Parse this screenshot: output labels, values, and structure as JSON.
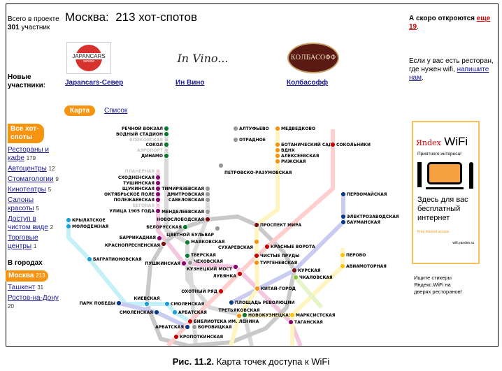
{
  "sidebar": {
    "total_line1": "Всего в проекте",
    "total_count": "301",
    "total_suffix": " участник",
    "new_members": "Новые участники:",
    "all_hotspots": "Все хот-споты",
    "categories": [
      {
        "label": "Рестораны и кафе",
        "count": "179"
      },
      {
        "label": "Автоцентры",
        "count": "12"
      },
      {
        "label": "Стоматологии",
        "count": "9"
      },
      {
        "label": "Кинотеатры",
        "count": "5"
      },
      {
        "label": "Салоны красоты",
        "count": "5"
      },
      {
        "label": "Доступ в чистом виде",
        "count": "2"
      },
      {
        "label": "Торговые центры",
        "count": "1"
      }
    ],
    "cities_heading": "В городах",
    "cities": [
      {
        "label": "Москва",
        "count": "213",
        "active": true
      },
      {
        "label": "Ташкент",
        "count": "31"
      },
      {
        "label": "Ростов-на-Дону",
        "count": "20"
      }
    ]
  },
  "main": {
    "title": "Москва:  213 хот-спотов",
    "partners": [
      {
        "name": "Japancars-Север",
        "logo_text": "JAPANCARS",
        "logo_sub": "service"
      },
      {
        "name": "Ин Вино",
        "logo_text": "In Vino..."
      },
      {
        "name": "Колбасофф",
        "logo_text": "КОЛБАСОФФ"
      }
    ],
    "tabs": {
      "map": "Карта",
      "list": "Список"
    }
  },
  "right": {
    "soon_text": "А скоро откроются ",
    "soon_link": "еще 19",
    "restaurant_text": "Если у вас есть ресторан, где нужен wifi, ",
    "write_link": "напишите нам",
    "ad": {
      "brand": "Яndex",
      "wifi": "WiFi",
      "tagline": "Приятного интереса!",
      "headline": "Здесь для вас бесплатный интернет",
      "free": "Free internet access",
      "url": "wifi.yandex.ru"
    },
    "sticker_note": "Ищите стикеры Яндекс.WiFi на дверях ресторанов!"
  },
  "colors": {
    "accent": "#f7940f",
    "link": "#1a1a99",
    "red_link": "#cc0000"
  },
  "metro": {
    "stations": [
      {
        "name": "Речной вокзал",
        "color": "#0a7a2f"
      },
      {
        "name": "Водный стадион",
        "color": "#0a7a2f"
      },
      {
        "name": "Войковская",
        "color": "#cfcfcf",
        "inactive": true
      },
      {
        "name": "Сокол",
        "color": "#0a7a2f"
      },
      {
        "name": "Аэропорт",
        "color": "#cfcfcf",
        "inactive": true
      },
      {
        "name": "Динамо",
        "color": "#0a7a2f"
      },
      {
        "name": "Планерная",
        "color": "#f3c6dd",
        "inactive": true
      },
      {
        "name": "Сходненская",
        "color": "#8b0a6f"
      },
      {
        "name": "Тушинская",
        "color": "#8b0a6f"
      },
      {
        "name": "Щукинская",
        "color": "#8b0a6f"
      },
      {
        "name": "Октябрьское поле",
        "color": "#8b0a6f"
      },
      {
        "name": "Полежаевская",
        "color": "#8b0a6f"
      },
      {
        "name": "Беговая",
        "color": "#f3c6dd",
        "inactive": true
      },
      {
        "name": "Улица 1905 года",
        "color": "#8b0a6f"
      },
      {
        "name": "Тимирязевская",
        "color": "#999999"
      },
      {
        "name": "Дмитровская",
        "color": "#999999"
      },
      {
        "name": "Савеловская",
        "color": "#999999"
      },
      {
        "name": "Менделеевская",
        "color": "#999999"
      },
      {
        "name": "Новослободская",
        "color": "#7a1010"
      },
      {
        "name": "Белорусская",
        "color": "#0a7a2f"
      },
      {
        "name": "Цветной бульвар",
        "color": "#999999"
      },
      {
        "name": "Баррикадная",
        "color": "#8b0a6f"
      },
      {
        "name": "Краснопресненская",
        "color": "#7a1010"
      },
      {
        "name": "Маяковская",
        "color": "#0a7a2f"
      },
      {
        "name": "Тверская",
        "color": "#0a7a2f"
      },
      {
        "name": "Пушкинская",
        "color": "#8b0a6f"
      },
      {
        "name": "Чеховская",
        "color": "#999999"
      },
      {
        "name": "Кузнецкий мост",
        "color": "#8b0a6f"
      },
      {
        "name": "Лубянка",
        "color": "#cc0000"
      },
      {
        "name": "Охотный ряд",
        "color": "#cc0000"
      },
      {
        "name": "Крылатское",
        "color": "#1a9fd6"
      },
      {
        "name": "Молодежная",
        "color": "#1a9fd6"
      },
      {
        "name": "Багратионовская",
        "color": "#1a9fd6"
      },
      {
        "name": "Парк Победы",
        "color": "#0a3a8c"
      },
      {
        "name": "Киевская",
        "color": "#1a9fd6"
      },
      {
        "name": "Смоленская",
        "color": "#1a9fd6"
      },
      {
        "name": "Смоленская",
        "color": "#0a3a8c"
      },
      {
        "name": "Арбатская",
        "color": "#1a9fd6"
      },
      {
        "name": "Библиотека им. Ленина",
        "color": "#cc0000"
      },
      {
        "name": "Арбатская",
        "color": "#0a3a8c"
      },
      {
        "name": "Боровицкая",
        "color": "#999999"
      },
      {
        "name": "Кропоткинская",
        "color": "#cc0000"
      },
      {
        "name": "Алтуфьево",
        "color": "#999999"
      },
      {
        "name": "Отрадное",
        "color": "#999999"
      },
      {
        "name": "Петровско-Разумовская",
        "color": "#999999"
      },
      {
        "name": "Медведково",
        "color": "#f7940f"
      },
      {
        "name": "Ботанический сад",
        "color": "#f7940f"
      },
      {
        "name": "ВДНХ",
        "color": "#f7940f"
      },
      {
        "name": "Алексеевская",
        "color": "#f7940f"
      },
      {
        "name": "Рижская",
        "color": "#f7940f"
      },
      {
        "name": "Сокольники",
        "color": "#cc0000"
      },
      {
        "name": "Первомайская",
        "color": "#0a3a8c"
      },
      {
        "name": "Электрозаводская",
        "color": "#0a3a8c"
      },
      {
        "name": "Бауманская",
        "color": "#0a3a8c"
      },
      {
        "name": "Проспект Мира",
        "color": "#7a1010"
      },
      {
        "name": "Сухаревская",
        "color": "#f7940f"
      },
      {
        "name": "Красные ворота",
        "color": "#cc0000"
      },
      {
        "name": "Чистые пруды",
        "color": "#cc0000"
      },
      {
        "name": "Тургеневская",
        "color": "#f7940f"
      },
      {
        "name": "Курская",
        "color": "#7a1010"
      },
      {
        "name": "Чкаловская",
        "color": "#8cc63f"
      },
      {
        "name": "Китай-город",
        "color": "#f7940f"
      },
      {
        "name": "Площадь Революции",
        "color": "#0a3a8c"
      },
      {
        "name": "Третьяковская",
        "color": "#f7940f"
      },
      {
        "name": "Новокузнецкая",
        "color": "#0a7a2f"
      },
      {
        "name": "Марксистская",
        "color": "#ffc20e"
      },
      {
        "name": "Таганская",
        "color": "#8b0a6f"
      },
      {
        "name": "Перово",
        "color": "#ffc20e"
      },
      {
        "name": "Авиамоторная",
        "color": "#ffc20e"
      }
    ]
  },
  "caption": {
    "label": "Рис. 11.2.",
    "text": " Карта точек доступа к WiFi"
  }
}
